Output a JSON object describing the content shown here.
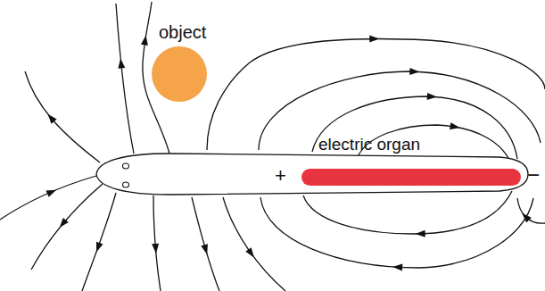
{
  "diagram": {
    "labels": [
      "object",
      "electric organ",
      "+",
      "−"
    ]
  }
}
